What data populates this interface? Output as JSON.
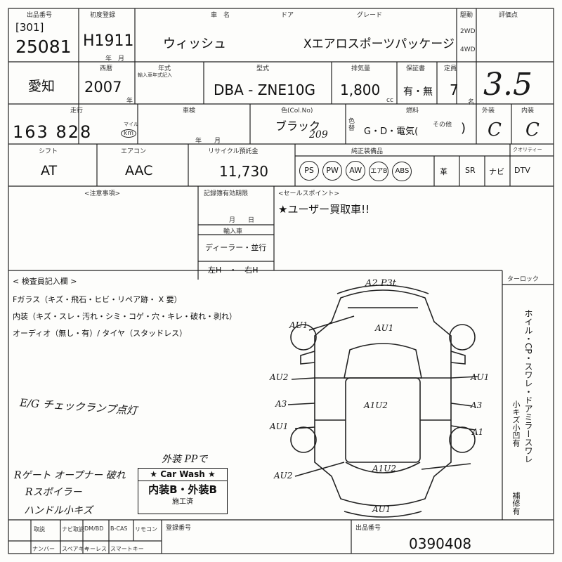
{
  "header": {
    "lbl_lot": "出品番号",
    "lot_bracket": "[301]",
    "lot_number": "25081",
    "lbl_first_reg": "初度登録",
    "first_reg": "H1911",
    "first_reg_unit": "年　月",
    "lbl_name": "車　名",
    "lbl_door": "ドア",
    "lbl_grade": "グレード",
    "car_name": "ウィッシュ",
    "grade": "Xエアロスポーツパッケージ",
    "lbl_drive": "駆動",
    "drive_2wd": "2WD",
    "drive_4wd": "4WD",
    "lbl_score": "評価点",
    "score_hand": "3.5"
  },
  "row2": {
    "region": "愛知",
    "lbl_year": "西暦",
    "year": "2007",
    "lbl_year_unit": "年",
    "lbl_model_year": "年式",
    "model_year_note": "輸入車年式記入",
    "lbl_type": "型式",
    "type": "DBA - ZNE10G",
    "lbl_cc": "排気量",
    "cc": "1,800",
    "cc_unit": "cc",
    "lbl_warranty": "保証書",
    "warranty": "有・無",
    "lbl_seats": "定員",
    "seats": "7",
    "seats_unit": "名"
  },
  "row3": {
    "lbl_mileage": "走行",
    "mileage": "163 828",
    "mileage_unit_top": "マイル",
    "mileage_unit": "km",
    "lbl_shaken": "車検",
    "shaken_unit": "年　　月",
    "lbl_color": "色(Col.No)",
    "color": "ブラック",
    "color_code": "209",
    "lbl_color_change": "色替",
    "lbl_fuel": "燃料",
    "fuel": "G・D・電気(",
    "fuel_other": "その他",
    "lbl_exterior": "外装",
    "lbl_interior": "内装",
    "ext_grade": "C",
    "int_grade": "C"
  },
  "row4": {
    "lbl_shift": "シフト",
    "shift": "AT",
    "lbl_ac": "エアコン",
    "ac": "AAC",
    "lbl_recycle": "リサイクル預託金",
    "recycle": "11,730",
    "lbl_equipment": "純正装備品",
    "equipment": [
      "PS",
      "PW",
      "AW",
      "エアB",
      "ABS",
      "革",
      "SR",
      "ナビ",
      "DTV"
    ],
    "lbl_quality": "クオリティー"
  },
  "notes": {
    "lbl_notes": "<注意事項>",
    "lbl_recall": "記録簿有効期限",
    "recall_unit": "月　　日",
    "lbl_import": "輸入車",
    "import_value": "ディーラー・並行",
    "steering": "左H　・　右H",
    "lbl_selling": "<セールスポイント>",
    "selling_point": "★ユーザー買取車!!"
  },
  "inspection": {
    "title": "< 検査員記入欄 >",
    "line1": "Fガラス（キズ・飛石・ヒビ・リペア跡・ X 要）",
    "line2": "内装（キズ・スレ・汚れ・シミ・コゲ・穴・キレ・破れ・剥れ）",
    "line3": "オーディオ（無し・有）/ タイヤ（スタッドレス）",
    "hand_note1": "E/G チェックランプ点灯",
    "hand_note2": "Rゲート オープナー 破れ",
    "hand_note3": "Rスポイラー",
    "hand_note4": "ハンドル小キズ",
    "exterior_note": "外装 PPで"
  },
  "diagram": {
    "labels": [
      "A2 P3t",
      "AU1",
      "AU1",
      "AU2",
      "A3",
      "AU1",
      "A1U2",
      "AU1",
      "A1",
      "A3",
      "A2",
      "AU2",
      "A1U2",
      "AU1"
    ]
  },
  "carwash": {
    "title": "★ Car Wash ★",
    "grade": "内装B・外装B",
    "done": "施工済"
  },
  "right_strip": {
    "label_top": "ターロック",
    "text": "ホイル・CP・スワレ・ドアミラースワレ",
    "text2": "小キズ小凹有",
    "repair": "補修有"
  },
  "footer": {
    "items_top": [
      "取説",
      "ナビ取説",
      "DM/BD",
      "B-CAS",
      "リモコン"
    ],
    "items_bottom": [
      "ナンバー",
      "スペアキー",
      "キーレス",
      "スマートキー"
    ],
    "lbl_reg": "登録番号",
    "lbl_exhibit": "出品番号",
    "exhibit_number": "0390408"
  }
}
